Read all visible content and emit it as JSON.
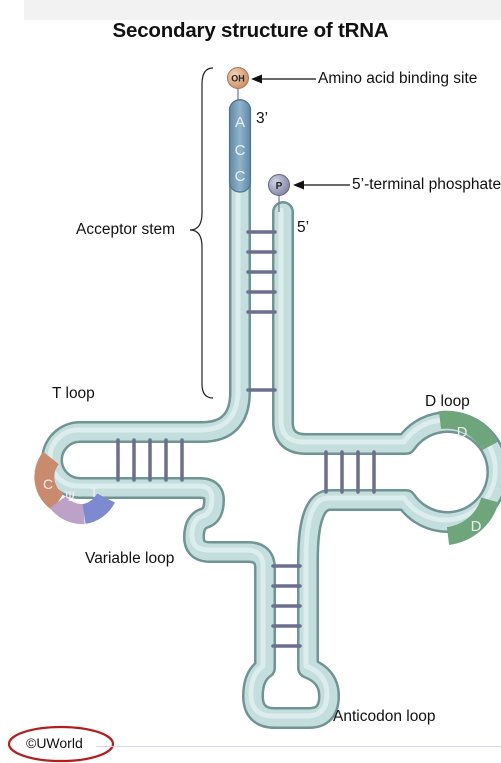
{
  "title": "Secondary structure of tRNA",
  "labels": {
    "amino_acid_binding_site": "Amino acid binding site",
    "terminal_phosphate": "5’-terminal phosphate",
    "acceptor_stem": "Acceptor stem",
    "t_loop": "T loop",
    "d_loop": "D loop",
    "variable_loop": "Variable loop",
    "anticodon_loop": "Anticodon loop",
    "three_prime": "3’",
    "five_prime": "5’"
  },
  "nodes": {
    "hydroxyl": "OH",
    "phosphate": "P"
  },
  "acceptor_bases": [
    "A",
    "C",
    "C"
  ],
  "t_loop_bases": [
    "C",
    "Ψ",
    "T"
  ],
  "d_loop_bases": [
    "D",
    "D"
  ],
  "copyright": "©UWorld",
  "colors": {
    "strand_fill": "#c3dedd",
    "strand_edge": "#6f9494",
    "acc_cap": "#6f98b4",
    "rung": "#7a7e9c",
    "oh_node": "#e6b08e",
    "p_node": "#a0a2bc",
    "base_c": "#c98a6e",
    "base_psi": "#bca2c6",
    "base_t": "#7d8ad0",
    "base_d": "#6fa57a",
    "highlight_circle": "#b21e1e"
  }
}
